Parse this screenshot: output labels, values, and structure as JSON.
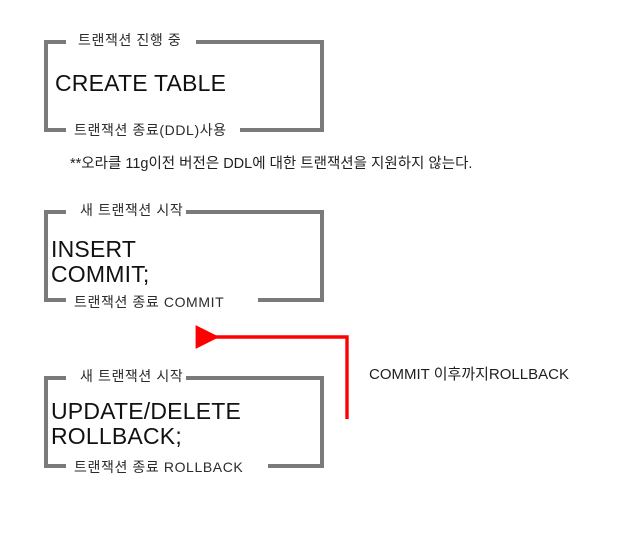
{
  "diagram": {
    "title": "Oracle transaction lifecycle diagram",
    "colors": {
      "bracket_gray": "#7a7a7a",
      "arrow_red": "#ff0000",
      "text_black": "#111111",
      "background": "#ffffff"
    },
    "blocks": [
      {
        "id": "ddl-block",
        "top_label": "트랜잭션 진행 중",
        "statements": [
          "CREATE TABLE"
        ],
        "bottom_label": "트랜잭션 종료(DDL)사용"
      },
      {
        "id": "commit-block",
        "top_label": "새 트랜잭션 시작",
        "statements": [
          "INSERT",
          "COMMIT;"
        ],
        "bottom_label": "트랜잭션 종료 COMMIT"
      },
      {
        "id": "rollback-block",
        "top_label": "새 트랜잭션 시작",
        "statements": [
          "UPDATE/DELETE",
          "ROLLBACK;"
        ],
        "bottom_label": "트랜잭션 종료 ROLLBACK"
      }
    ],
    "note": "**오라클 11g이전 버전은 DDL에 대한 트랜잭션을 지원하지 않는다.",
    "arrow_label": "COMMIT 이후까지ROLLBACK",
    "arrow": {
      "name": "rollback-scope-arrow",
      "color": "#ff0000",
      "direction": "left"
    }
  }
}
